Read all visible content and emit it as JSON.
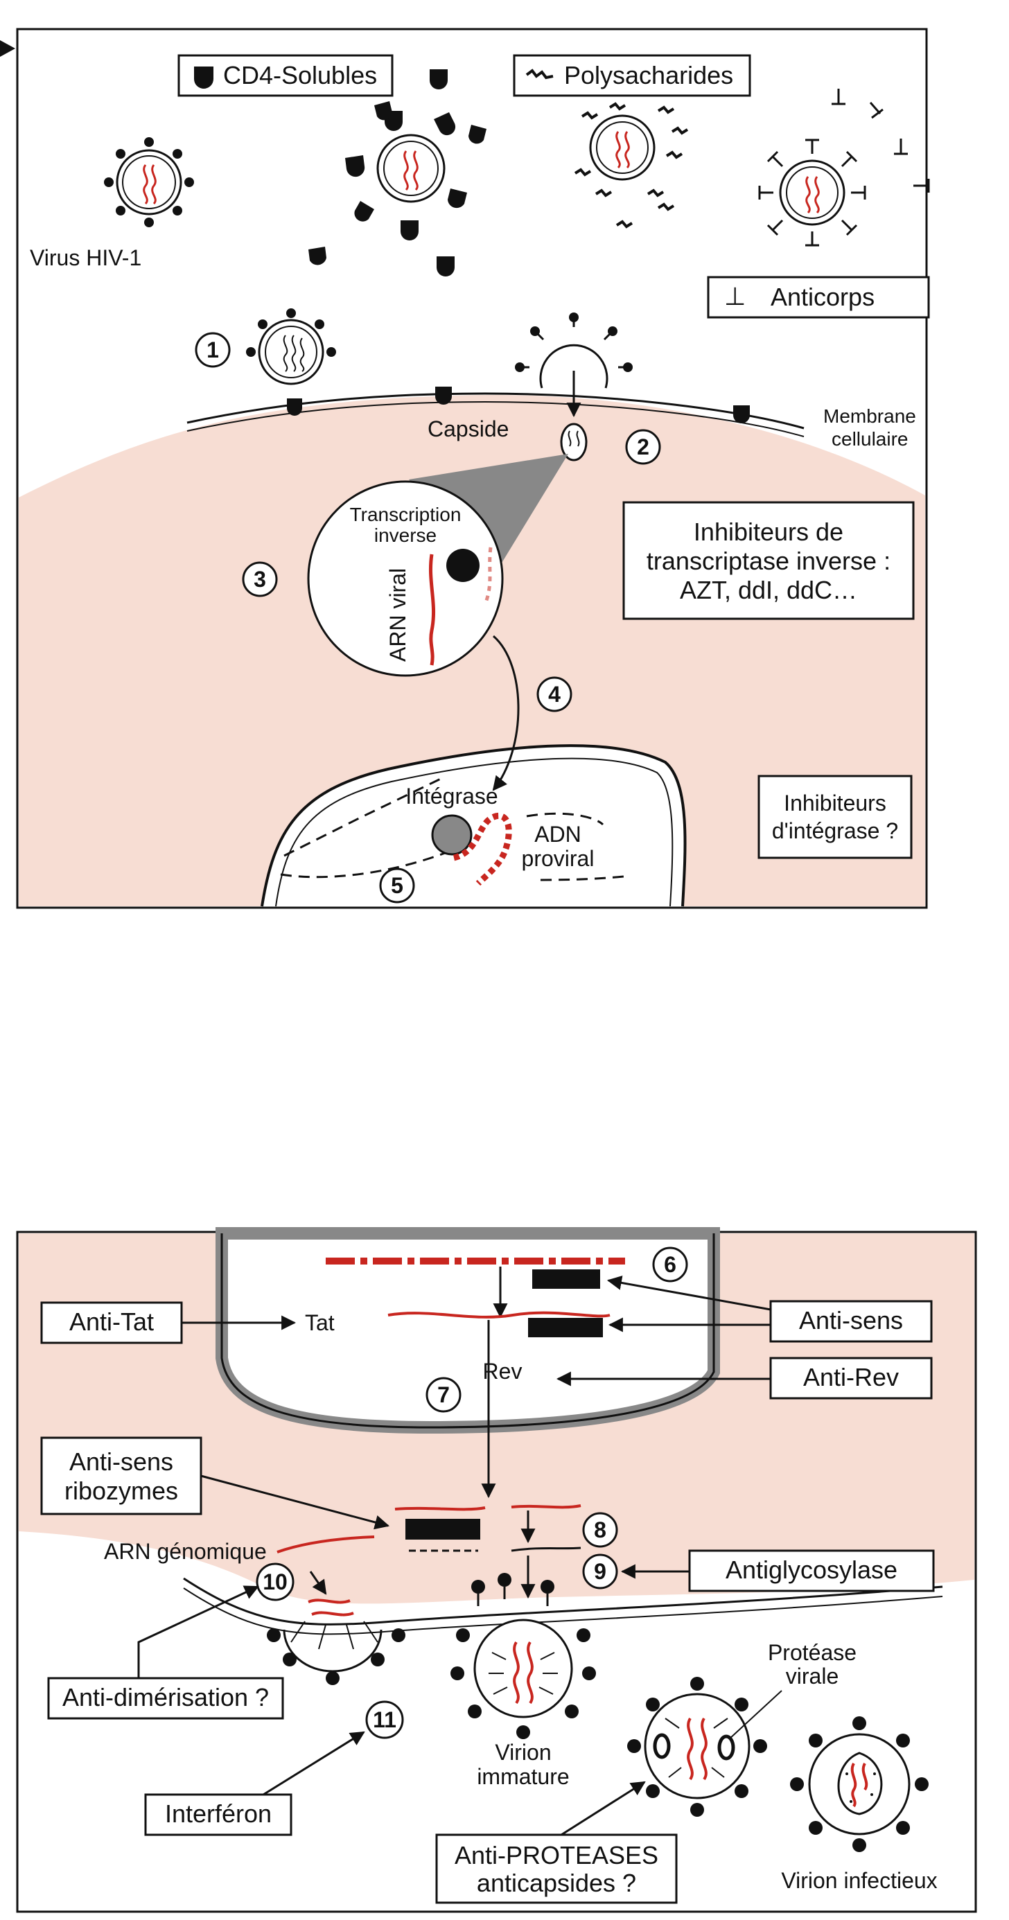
{
  "panel1": {
    "legend_cd4": "CD4-Solubles",
    "legend_poly": "Polysacharides",
    "legend_anticorps": "Anticorps",
    "anticorps_symbol": "⊥",
    "virus_label": "Virus HIV-1",
    "capside": "Capside",
    "membrane_line1": "Membrane",
    "membrane_line2": "cellulaire",
    "transcription_line1": "Transcription",
    "transcription_line2": "inverse",
    "arn_viral": "ARN viral",
    "inhib_rt_line1": "Inhibiteurs de",
    "inhib_rt_line2": "transcriptase inverse :",
    "inhib_rt_line3": "AZT, ddI, ddC…",
    "integrase": "Intégrase",
    "adn_line1": "ADN",
    "adn_line2": "proviral",
    "inhib_int_line1": "Inhibiteurs",
    "inhib_int_line2": "d'intégrase ?",
    "steps": [
      "1",
      "2",
      "3",
      "4",
      "5"
    ]
  },
  "panel2": {
    "anti_tat": "Anti-Tat",
    "tat": "Tat",
    "anti_sens": "Anti-sens",
    "rev": "Rev",
    "anti_rev": "Anti-Rev",
    "anti_sens_rib_line1": "Anti-sens",
    "anti_sens_rib_line2": "ribozymes",
    "arn_genomique": "ARN génomique",
    "antiglycosylase": "Antiglycosylase",
    "anti_dimerisation": "Anti-dimérisation ?",
    "interferon": "Interféron",
    "virion_immature_line1": "Virion",
    "virion_immature_line2": "immature",
    "protease_line1": "Protéase",
    "protease_line2": "virale",
    "anti_proteases_line1": "Anti-PROTEASES",
    "anti_proteases_line2": "anticapsides ?",
    "virion_infectieux": "Virion infectieux",
    "steps": [
      "6",
      "7",
      "8",
      "9",
      "10",
      "11"
    ]
  },
  "colors": {
    "cytoplasm": "#f7ddd3",
    "rna": "#c8261f",
    "ink": "#111111"
  }
}
